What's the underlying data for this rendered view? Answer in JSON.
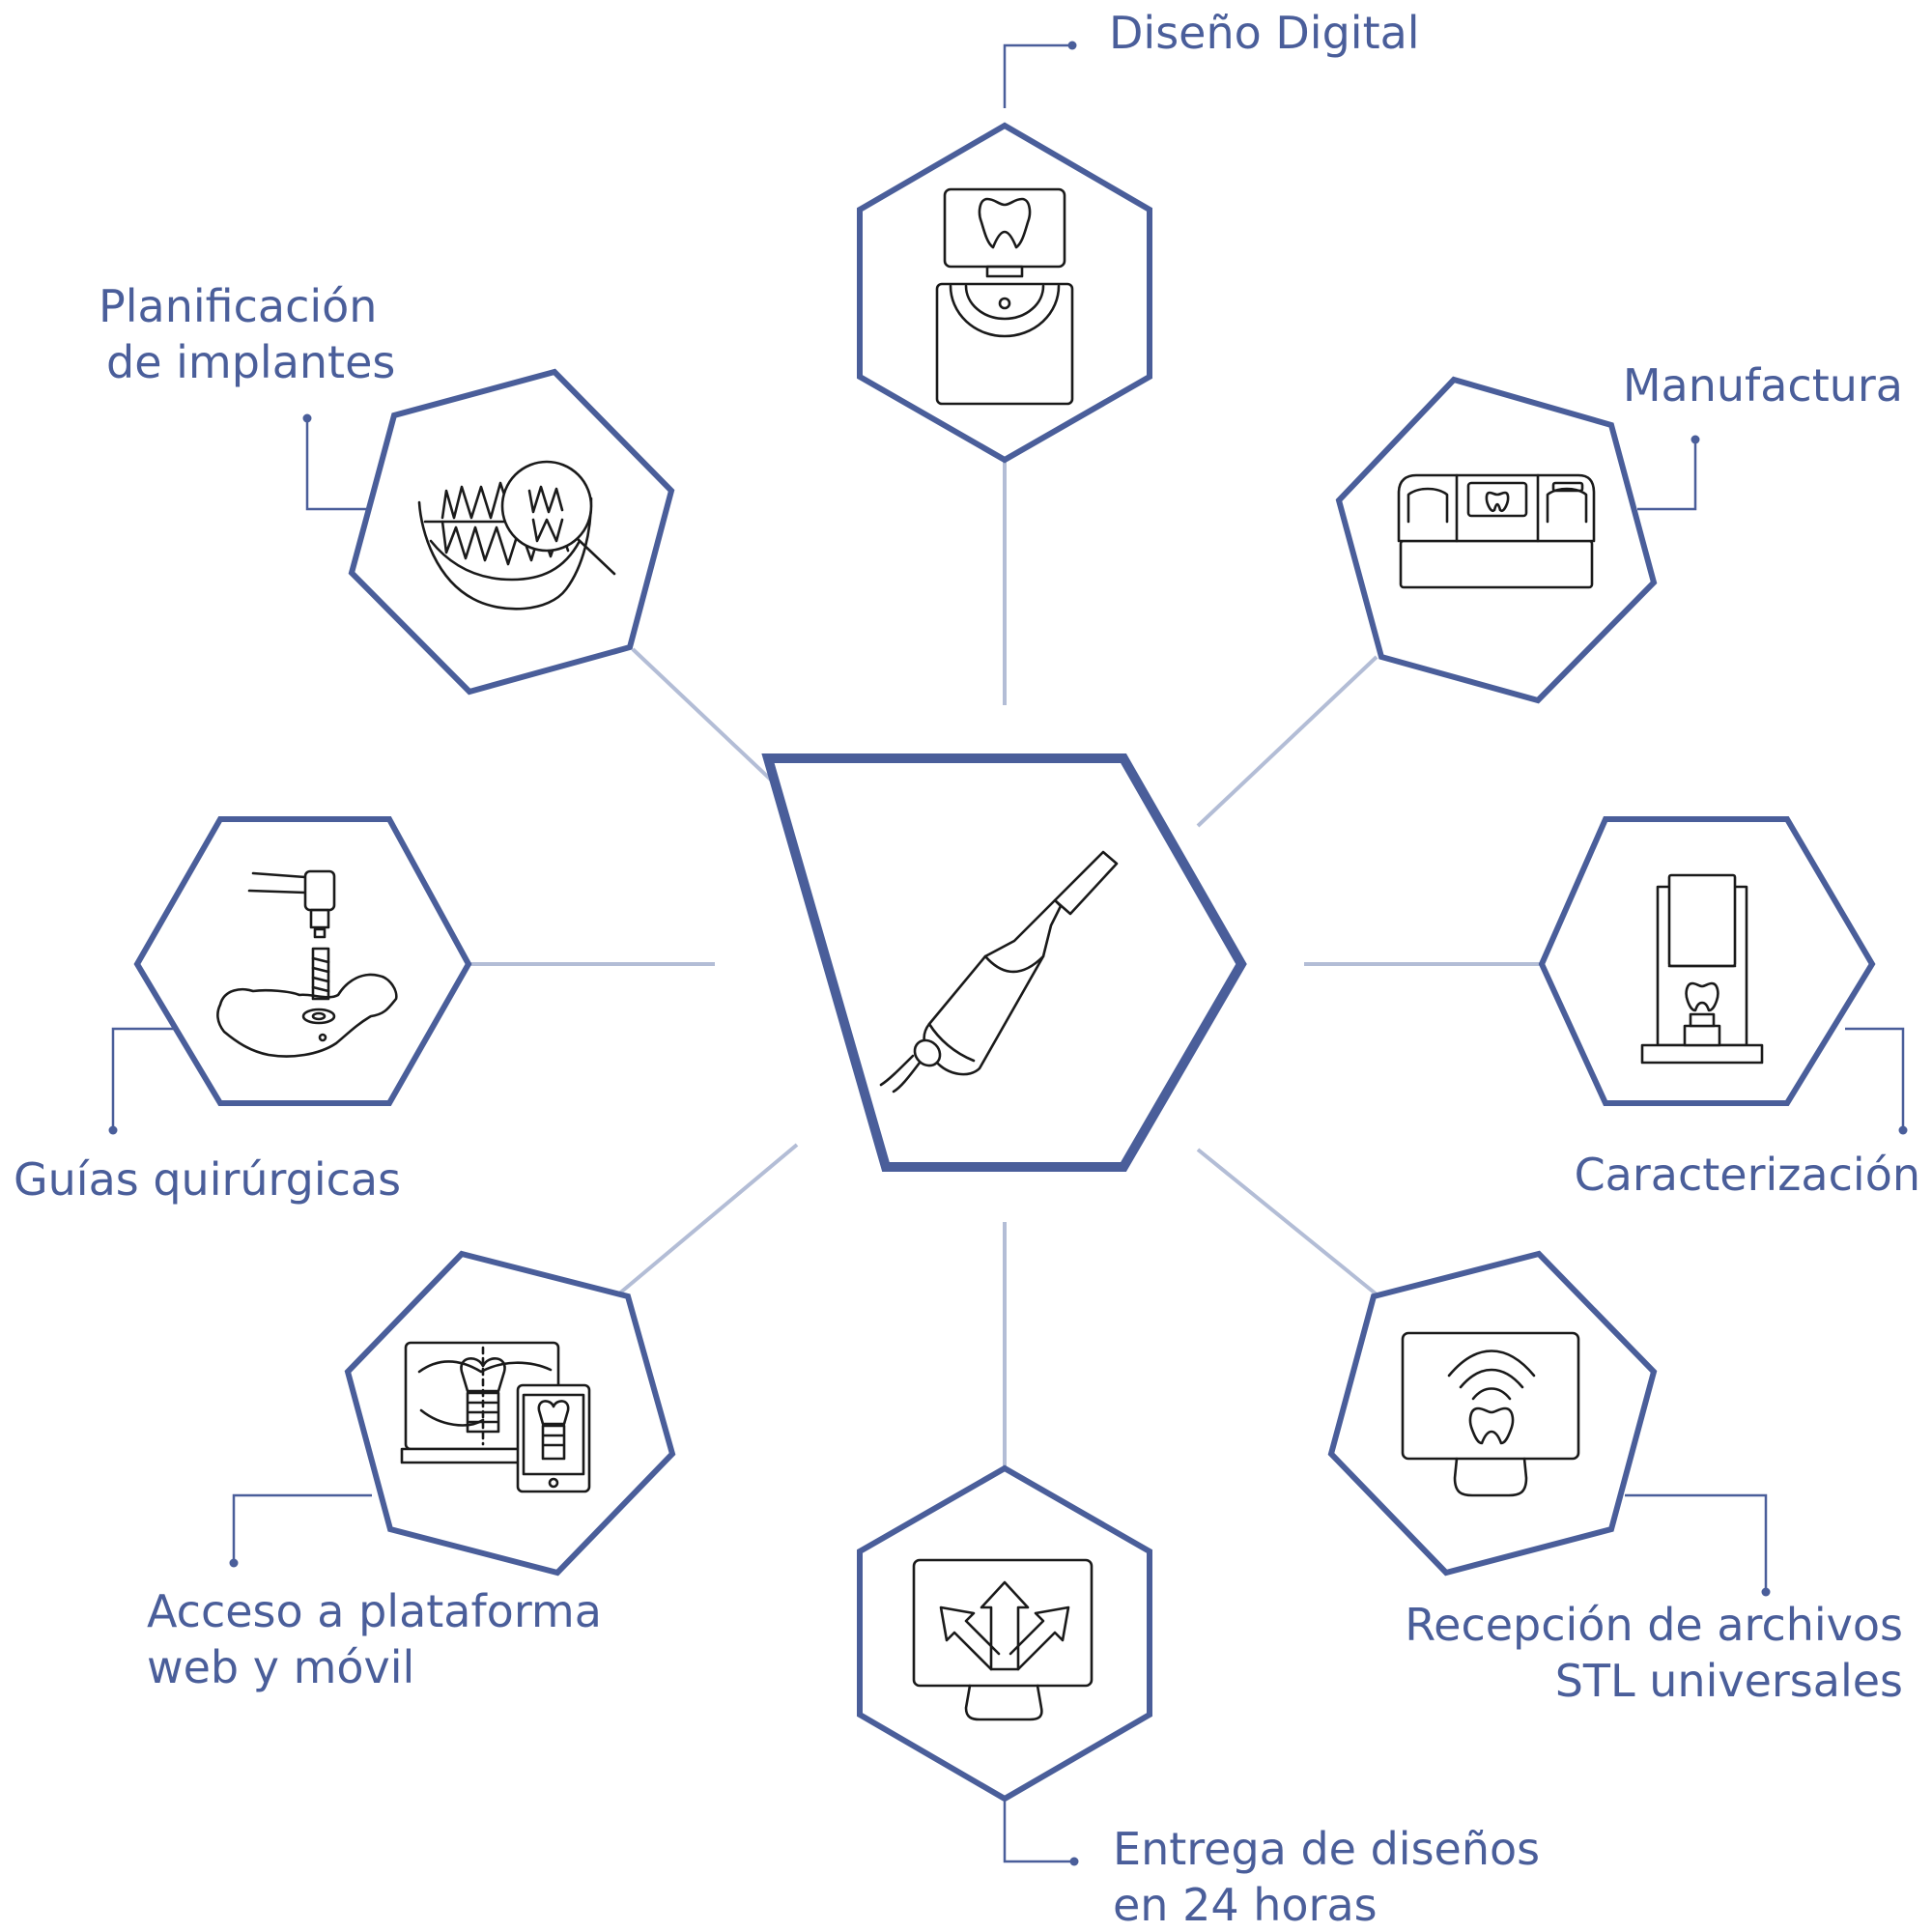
{
  "colors": {
    "accent": "#4a5e9a",
    "spoke": "#b3bdd6",
    "ink": "#1a1a1a"
  },
  "center": {
    "icon": "intraoral-scanner-icon"
  },
  "nodes": [
    {
      "id": "diseno-digital",
      "label_lines": [
        "Diseño Digital"
      ],
      "icon": "design-monitor-scanner-icon"
    },
    {
      "id": "manufactura",
      "label_lines": [
        "Manufactura"
      ],
      "icon": "milling-machine-icon"
    },
    {
      "id": "caracterizacion",
      "label_lines": [
        "Caracterización"
      ],
      "icon": "sintering-oven-icon"
    },
    {
      "id": "recepcion",
      "label_lines": [
        "Recepción de archivos",
        "STL universales"
      ],
      "icon": "wireless-monitor-tooth-icon"
    },
    {
      "id": "entrega",
      "label_lines": [
        "Entrega de diseños",
        "en 24 horas"
      ],
      "icon": "monitor-arrows-icon"
    },
    {
      "id": "acceso",
      "label_lines": [
        "Acceso a plataforma",
        "web y móvil"
      ],
      "icon": "web-mobile-platform-icon"
    },
    {
      "id": "guias",
      "label_lines": [
        "Guías quirúrgicas"
      ],
      "icon": "surgical-guide-icon"
    },
    {
      "id": "planificacion",
      "label_lines": [
        "Planificación",
        "de implantes"
      ],
      "icon": "dental-arch-magnifier-icon"
    }
  ]
}
